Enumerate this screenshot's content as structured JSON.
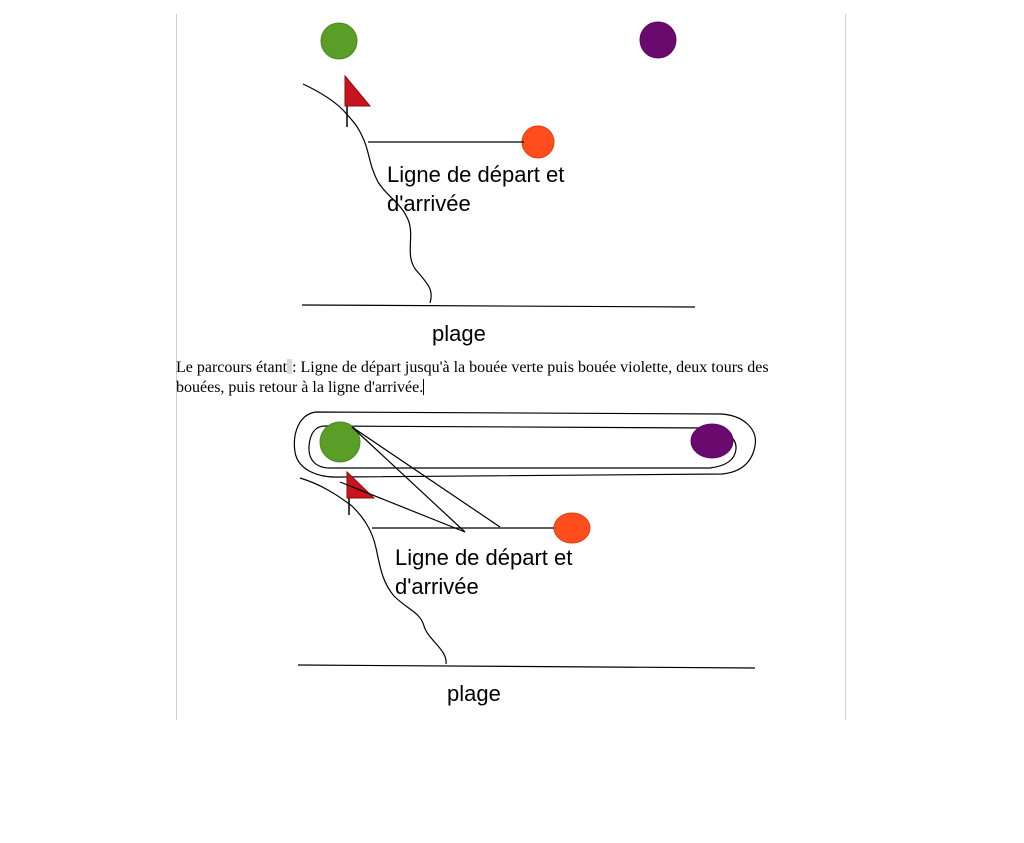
{
  "diagram_top": {
    "start_finish_label_line1": "Ligne de départ et",
    "start_finish_label_line2": "d'arrivée",
    "beach_label": "plage"
  },
  "paragraph": {
    "text_before_mark": "Le parcours étant",
    "text_after_mark": ": Ligne de départ jusqu'à la bouée verte puis bouée violette, deux tours des bouées, puis retour à la ligne d'arrivée."
  },
  "diagram_bottom": {
    "start_finish_label_line1": "Ligne de départ et",
    "start_finish_label_line2": "d'arrivée",
    "beach_label": "plage"
  },
  "colors": {
    "green_buoy": "#5a9e27",
    "purple_buoy": "#6b0a6e",
    "orange_buoy": "#ff4e1c",
    "flag": "#c8141c"
  }
}
